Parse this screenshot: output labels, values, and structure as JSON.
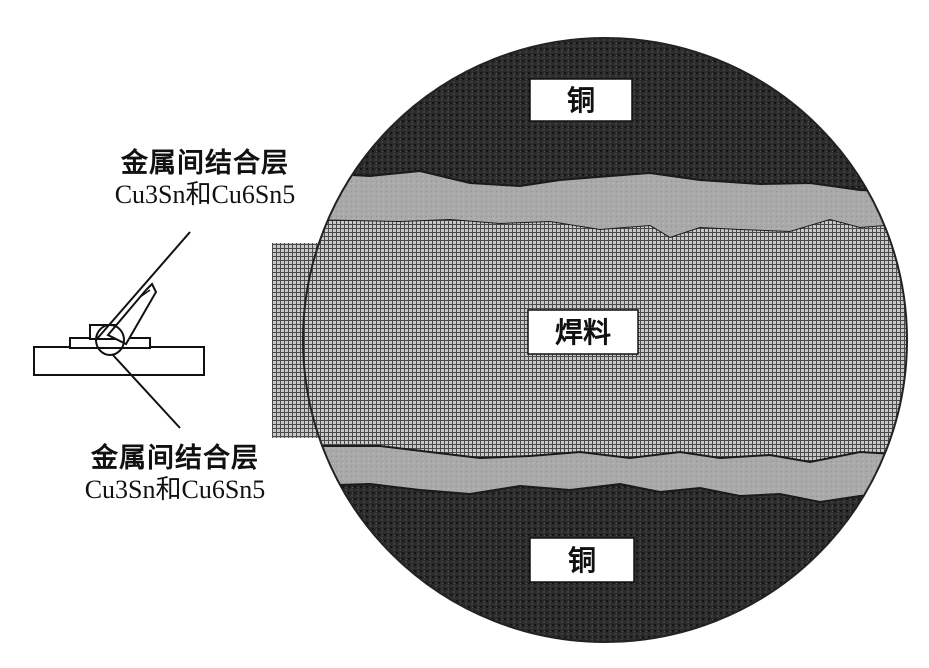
{
  "diagram": {
    "labels": {
      "copper_top": "铜",
      "solder": "焊料",
      "copper_bottom": "铜"
    },
    "callout_top": {
      "title": "金属间结合层",
      "formula": "Cu3Sn和Cu6Sn5"
    },
    "callout_bottom": {
      "title": "金属间结合层",
      "formula": "Cu3Sn和Cu6Sn5"
    }
  }
}
